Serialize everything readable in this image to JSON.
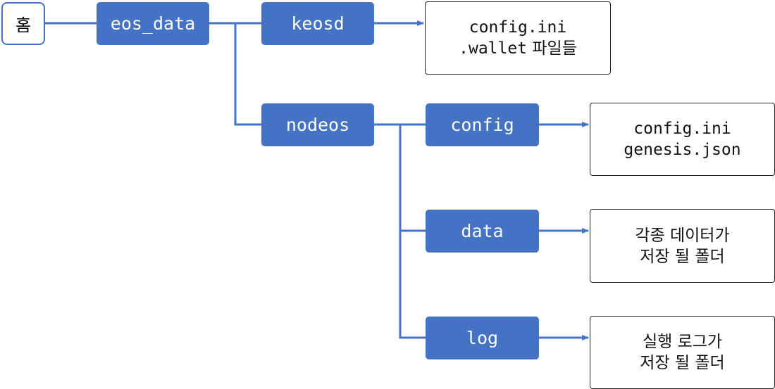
{
  "nodes": {
    "home": "홈",
    "eos_data": "eos_data",
    "keosd": "keosd",
    "nodeos": "nodeos",
    "config": "config",
    "data": "data",
    "log": "log"
  },
  "boxes": {
    "keosd_files": {
      "line1": "config.ini",
      "line2_mono": ".wallet",
      "line2_ko": " 파일들"
    },
    "config_files": {
      "line1": "config.ini",
      "line2": "genesis.json"
    },
    "data_desc": {
      "line1": "각종 데이터가",
      "line2": "저장 될 폴더"
    },
    "log_desc": {
      "line1": "실행 로그가",
      "line2": "저장 될 폴더"
    }
  },
  "colors": {
    "node_fill": "#4472c4",
    "connector": "#4472c4",
    "box_border": "#222222"
  }
}
